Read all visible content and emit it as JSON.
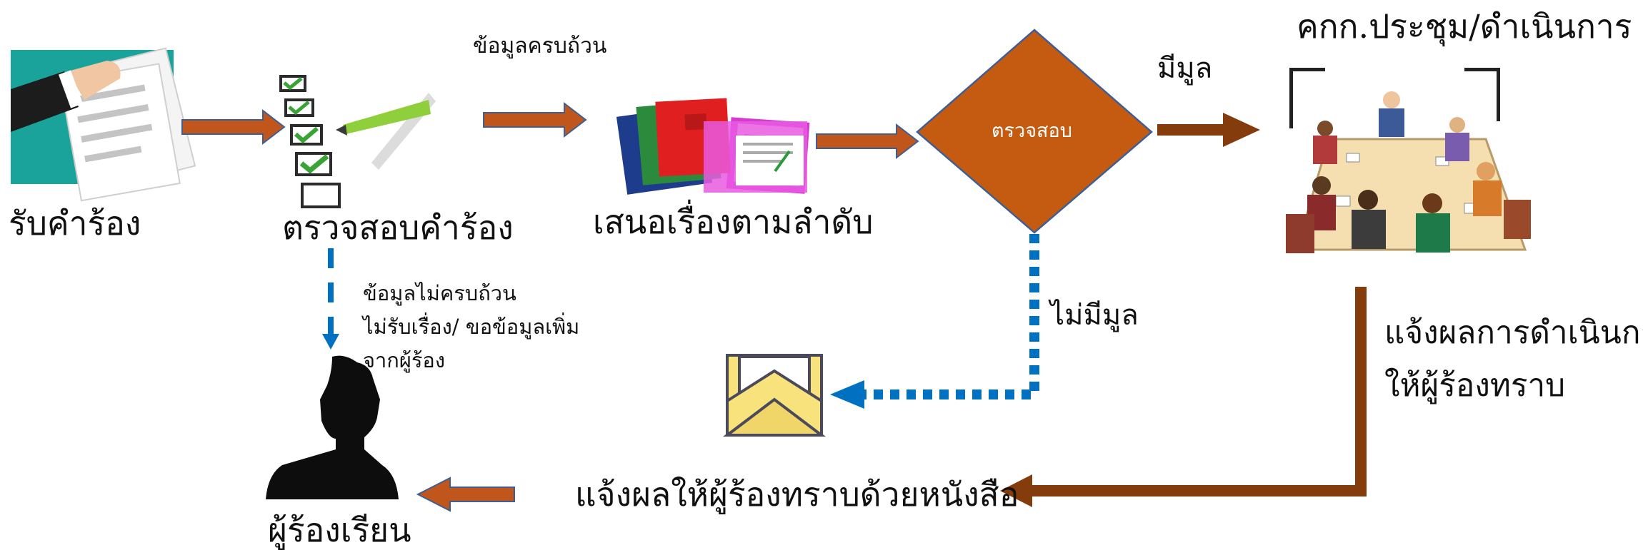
{
  "steps": {
    "receive": "รับคำร้อง",
    "check_request": "ตรวจสอบคำร้อง",
    "present": "เสนอเรื่องตามลำดับ",
    "decision": "ตรวจสอบ",
    "committee": "คกก.ประชุม/ดำเนินการ",
    "complainant": "ผู้ร้องเรียน"
  },
  "edges": {
    "complete": "ข้อมูลครบถ้วน",
    "has_grounds": "มีมูล",
    "no_grounds": "ไม่มีมูล",
    "incomplete": [
      "ข้อมูลไม่ครบถ้วน",
      "ไม่รับเรื่อง/ ขอข้อมูลเพิ่ม",
      "จากผู้ร้อง"
    ],
    "notify_result": [
      "แจ้งผลการดำเนินการ",
      "ให้ผู้ร้องทราบ"
    ],
    "notify_letter": "แจ้งผลให้ผู้ร้องทราบด้วยหนังสือ"
  },
  "colors": {
    "flow_arrow": "#c0561b",
    "flow_arrow_outline": "#3f5f93",
    "dark_arrow": "#843c0c",
    "dotted_arrow": "#0070c0",
    "decision_fill": "#c55a11"
  },
  "icons": [
    "hand-document-icon",
    "checklist-icon",
    "folders-icon",
    "meeting-icon",
    "envelope-icon",
    "person-silhouette-icon"
  ]
}
